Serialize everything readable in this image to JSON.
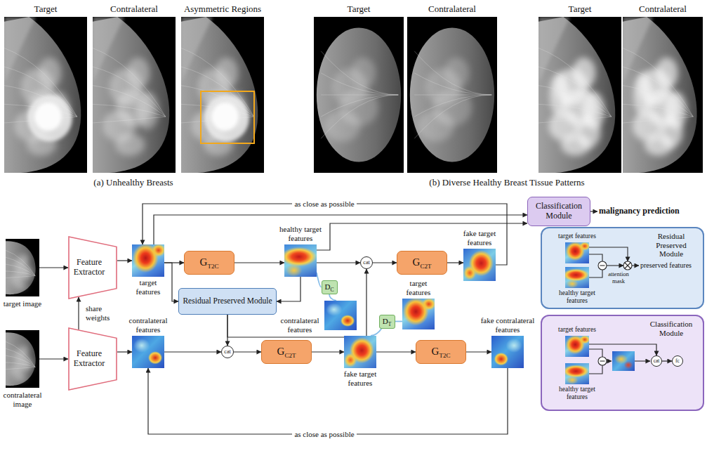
{
  "diagram": {
    "nodes": [
      {
        "text": [
          "target image"
        ]
      },
      {
        "text": [
          "Feature Extractor"
        ]
      },
      {
        "text": [
          "target features"
        ]
      },
      {
        "text": [
          "G",
          "T2C"
        ]
      },
      {
        "text": [
          "healthy target features"
        ]
      },
      {
        "text": [
          "Residual Preserved Module"
        ]
      },
      {
        "text": [
          "D",
          "C"
        ]
      },
      {
        "text": [
          "contralateral features"
        ]
      },
      {
        "text": [
          "cat"
        ]
      },
      {
        "text": [
          "G",
          "C2T"
        ]
      },
      {
        "text": [
          "fake target features"
        ]
      },
      {
        "text": [
          "Classification Module"
        ]
      },
      {
        "text": [
          "contralateral image"
        ]
      },
      {
        "text": [
          "Feature Extractor"
        ]
      },
      {
        "text": [
          "contralateral features"
        ]
      },
      {
        "text": [
          "cat"
        ]
      },
      {
        "text": [
          "G",
          "C2T"
        ]
      },
      {
        "text": [
          "fake target features"
        ]
      },
      {
        "text": [
          "D",
          "T"
        ]
      },
      {
        "text": [
          "target features"
        ]
      },
      {
        "text": [
          "G",
          "T2C"
        ]
      },
      {
        "text": [
          "fake contralateral features"
        ]
      },
      {
        "text": [
          "Residual Preserved Module"
        ]
      },
      {
        "text": [
          "target features"
        ],
        "in": 22
      },
      {
        "text": [
          "healthy target features"
        ],
        "in": 22
      },
      {
        "text": [
          "Classification Module"
        ]
      },
      {
        "text": [
          "target features"
        ],
        "in": 25
      },
      {
        "text": [
          "healthy target features"
        ],
        "in": 25
      },
      {
        "text": [
          "cat"
        ],
        "in": 25
      },
      {
        "text": [
          "fc"
        ],
        "in": 25
      }
    ],
    "edges": [
      {
        "from": 0,
        "to": 1,
        "arrow": "to"
      },
      {
        "from": 1,
        "to": 2,
        "arrow": "to"
      },
      {
        "from": 2,
        "to": 3,
        "arrow": "to"
      },
      {
        "from": 3,
        "to": 4,
        "arrow": "to"
      },
      {
        "from": 2,
        "to": 5,
        "arrow": "to"
      },
      {
        "from": 4,
        "to": 5,
        "arrow": "to"
      },
      {
        "from": 4,
        "to": 8,
        "arrow": "to"
      },
      {
        "from": 5,
        "to": 8,
        "arrow": "to"
      },
      {
        "from": 5,
        "to": 15,
        "arrow": "to"
      },
      {
        "from": 6,
        "to": 4,
        "arrow": "none"
      },
      {
        "from": 6,
        "to": 7,
        "arrow": "none"
      },
      {
        "from": 8,
        "to": 9,
        "arrow": "to"
      },
      {
        "from": 9,
        "to": 10,
        "arrow": "to"
      },
      {
        "from": 10,
        "to": 2,
        "label": "as close as possible",
        "arrow": "to"
      },
      {
        "from": 2,
        "to": 11,
        "arrow": "to"
      },
      {
        "from": 4,
        "to": 11,
        "arrow": "to"
      },
      {
        "from": 12,
        "to": 13,
        "arrow": "to"
      },
      {
        "from": 13,
        "to": 1,
        "label": "share weights",
        "arrow": "to"
      },
      {
        "from": 13,
        "to": 14,
        "arrow": "to"
      },
      {
        "from": 14,
        "to": 15,
        "arrow": "to"
      },
      {
        "from": 15,
        "to": 16,
        "arrow": "to"
      },
      {
        "from": 16,
        "to": 17,
        "arrow": "to"
      },
      {
        "from": 17,
        "to": 20,
        "arrow": "to"
      },
      {
        "from": 18,
        "to": 17,
        "arrow": "none"
      },
      {
        "from": 18,
        "to": 19,
        "arrow": "none"
      },
      {
        "from": 20,
        "to": 21,
        "arrow": "to"
      },
      {
        "from": 21,
        "to": 14,
        "label": "as close as possible",
        "arrow": "to"
      },
      {
        "from": 26,
        "to": 28,
        "arrow": "to"
      },
      {
        "from": 28,
        "to": 29,
        "arrow": "to"
      }
    ],
    "labels": [
      "Target",
      "Contralateral",
      "Asymmetric Regions",
      "Target",
      "Contralateral",
      "Target",
      "Contralateral",
      "(a) Unhealthy Breasts",
      "(b) Diverse Healthy Breast Tissue Patterns",
      "malignancy prediction",
      "attention mask",
      "preserved features"
    ]
  }
}
